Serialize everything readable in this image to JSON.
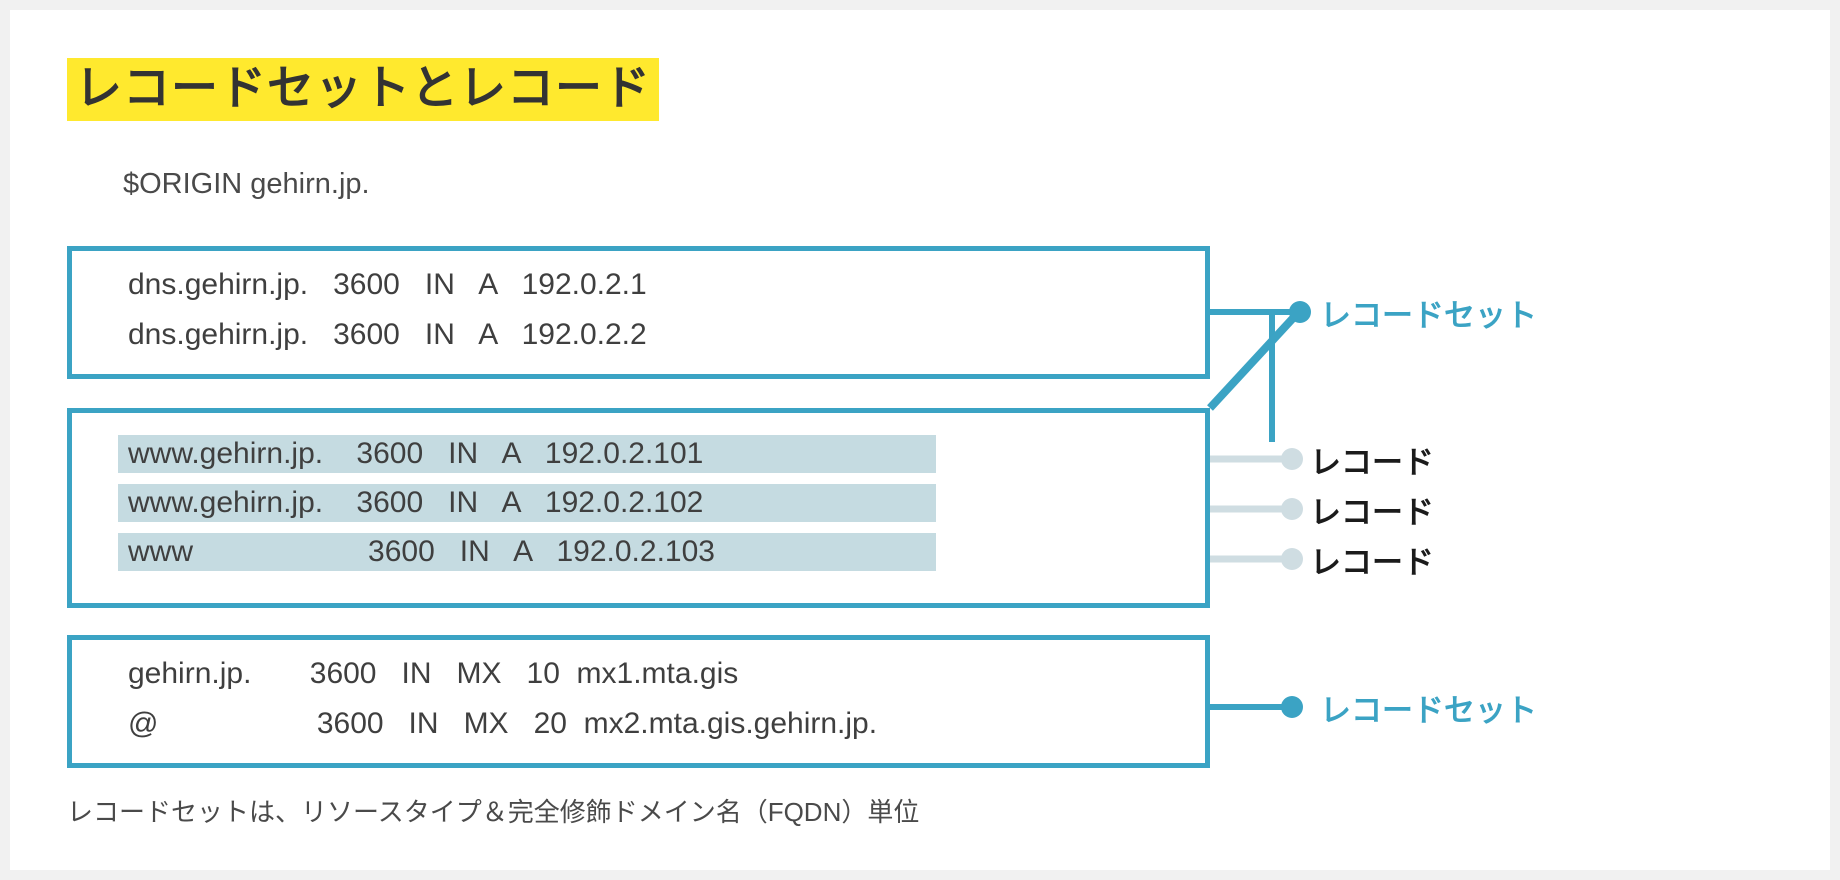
{
  "slide": {
    "title": "レコードセットとレコード",
    "origin_directive": "$ORIGIN gehirn.jp.",
    "caption": "レコードセットは、リソースタイプ＆完全修飾ドメイン名（FQDN）単位",
    "colors": {
      "title_highlight": "#ffe92e",
      "box_border": "#3ba3c4",
      "record_row_fill": "#c5dbe1",
      "accent_teal": "#3ba3c4",
      "leader_gray": "#cfdde2",
      "text_dark": "#3f3f3f"
    }
  },
  "boxes": {
    "a": {
      "lines": [
        "dns.gehirn.jp.   3600   IN   A   192.0.2.1",
        "dns.gehirn.jp.   3600   IN   A   192.0.2.2"
      ]
    },
    "b": {
      "rows": [
        "www.gehirn.jp.    3600   IN   A   192.0.2.101",
        "www.gehirn.jp.    3600   IN   A   192.0.2.102",
        "www                     3600   IN   A   192.0.2.103"
      ]
    },
    "c": {
      "lines": [
        "gehirn.jp.       3600   IN   MX   10  mx1.mta.gis",
        "@                   3600   IN   MX   20  mx2.mta.gis.gehirn.jp."
      ]
    }
  },
  "callouts": {
    "recordset_top": "レコードセット",
    "record_1": "レコード",
    "record_2": "レコード",
    "record_3": "レコード",
    "recordset_bottom": "レコードセット"
  }
}
